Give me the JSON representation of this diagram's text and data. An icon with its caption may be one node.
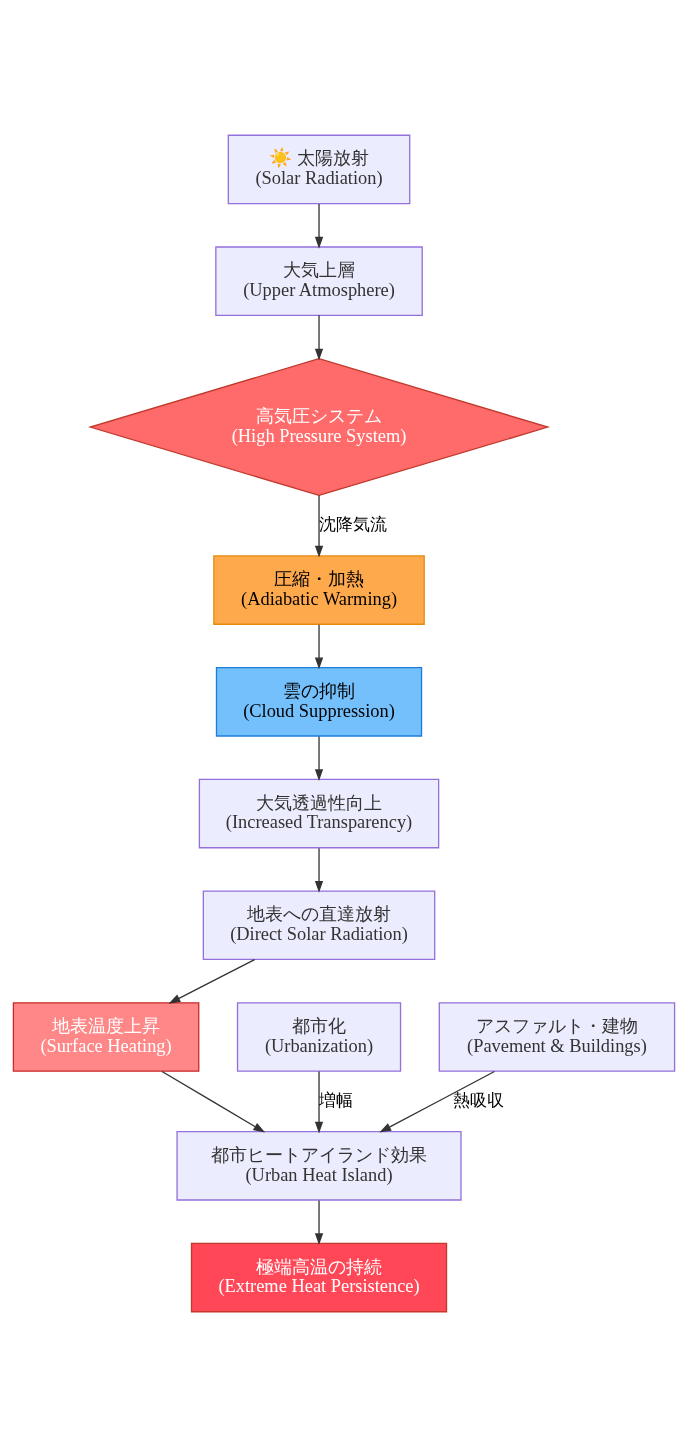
{
  "diagram": {
    "nodes": [
      {
        "text": [
          "☀️ 太陽放射",
          "(Solar Radiation)"
        ]
      },
      {
        "text": [
          "大気上層",
          "(Upper Atmosphere)"
        ]
      },
      {
        "text": [
          "高気圧システム",
          "(High Pressure System)"
        ]
      },
      {
        "text": [
          "圧縮・加熱",
          "(Adiabatic Warming)"
        ]
      },
      {
        "text": [
          "雲の抑制",
          "(Cloud Suppression)"
        ]
      },
      {
        "text": [
          "大気透過性向上",
          "(Increased Transparency)"
        ]
      },
      {
        "text": [
          "地表への直達放射",
          "(Direct Solar Radiation)"
        ]
      },
      {
        "text": [
          "地表温度上昇",
          "(Surface Heating)"
        ]
      },
      {
        "text": [
          "都市化",
          "(Urbanization)"
        ]
      },
      {
        "text": [
          "アスファルト・建物",
          "(Pavement & Buildings)"
        ]
      },
      {
        "text": [
          "都市ヒートアイランド効果",
          "(Urban Heat Island)"
        ]
      },
      {
        "text": [
          "極端高温の持続",
          "(Extreme Heat Persistence)"
        ]
      }
    ],
    "edges": [
      {
        "from": 0,
        "to": 1,
        "arrow": "to"
      },
      {
        "from": 1,
        "to": 2,
        "arrow": "to"
      },
      {
        "from": 2,
        "to": 3,
        "arrow": "to",
        "label": "沈降気流"
      },
      {
        "from": 3,
        "to": 4,
        "arrow": "to"
      },
      {
        "from": 4,
        "to": 5,
        "arrow": "to"
      },
      {
        "from": 5,
        "to": 6,
        "arrow": "to"
      },
      {
        "from": 6,
        "to": 7,
        "arrow": "to"
      },
      {
        "from": 7,
        "to": 10,
        "arrow": "to"
      },
      {
        "from": 8,
        "to": 10,
        "arrow": "to",
        "label": "増幅"
      },
      {
        "from": 9,
        "to": 10,
        "arrow": "to",
        "label": "熱吸収"
      },
      {
        "from": 10,
        "to": 11,
        "arrow": "to"
      }
    ]
  }
}
